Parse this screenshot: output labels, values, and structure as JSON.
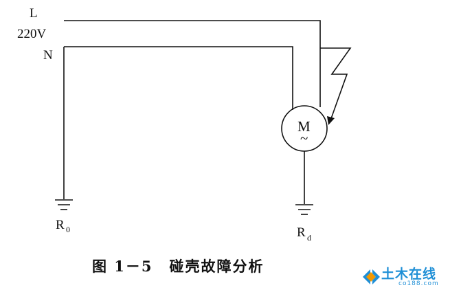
{
  "labels": {
    "line_L": "L",
    "voltage": "220V",
    "line_N": "N",
    "motor": "M",
    "motor_symbol": "~",
    "r0_main": "R",
    "r0_sub": "0",
    "rd_main": "R",
    "rd_sub": "d"
  },
  "caption": {
    "figure_no": "图 1－5",
    "title": "碰壳故障分析"
  },
  "watermark": {
    "brand": "土木在线",
    "site": "co188.com"
  },
  "colors": {
    "line": "#111111",
    "watermark": "#1f8fd6"
  }
}
